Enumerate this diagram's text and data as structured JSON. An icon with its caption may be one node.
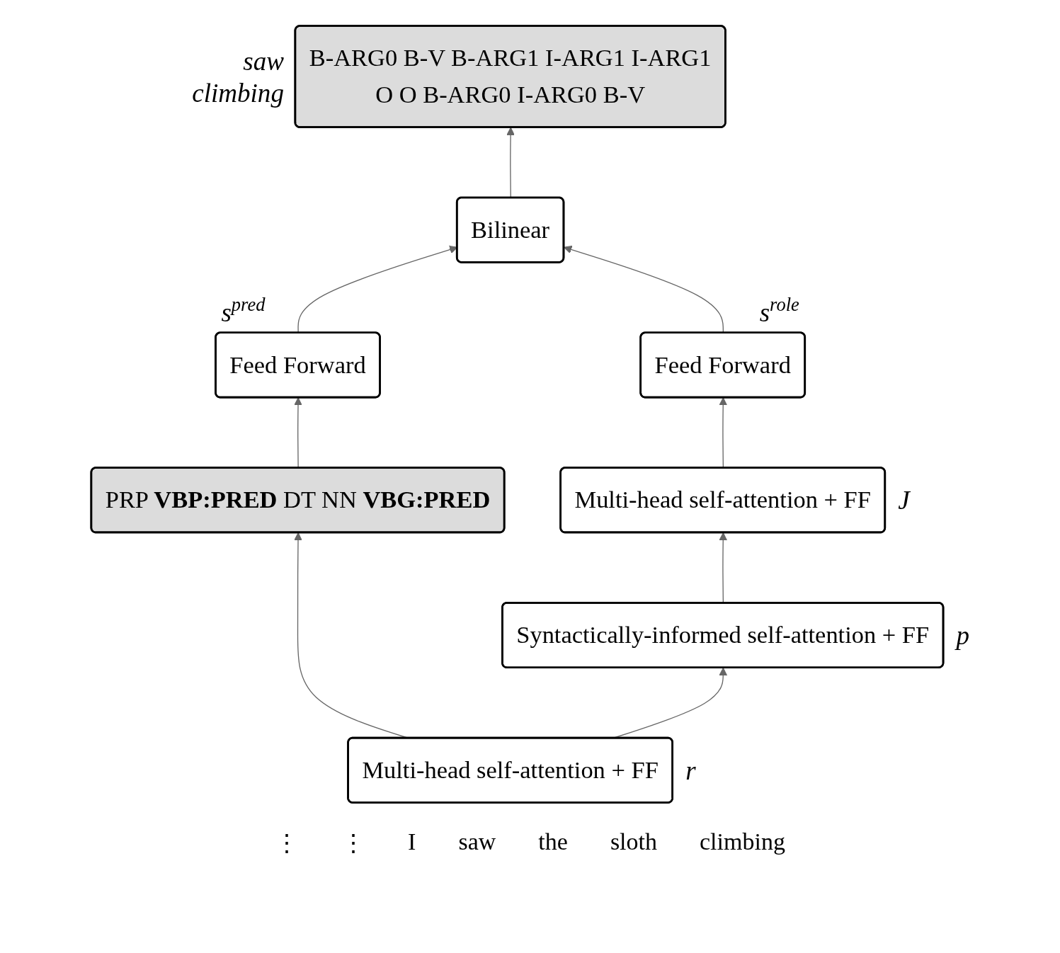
{
  "diagram": {
    "nodes": [
      {
        "text": [
          "B-ARG0 B-V B-ARG1 I-ARG1 I-ARG1",
          "O O B-ARG0 I-ARG0 B-V"
        ],
        "beside": [
          "saw",
          "climbing"
        ]
      },
      {
        "text": [
          "Feed Forward"
        ],
        "beside": [
          "s$^{pred}$"
        ]
      },
      {
        "text": [
          "Bilinear"
        ]
      },
      {
        "text": [
          "Feed Forward"
        ],
        "beside": [
          "s$^{role}$"
        ]
      },
      {
        "text": [
          "Multi-head self-attention + FF"
        ],
        "beside": [
          "J"
        ]
      },
      {
        "text": [
          "Syntactically-informed self-attention + FF"
        ],
        "beside": [
          "p"
        ]
      },
      {
        "text": [
          "PRP **VBP:PRED** DT NN **VBG:PRED**"
        ]
      },
      {
        "text": [
          "Multi-head self-attention + FF"
        ],
        "beside": [
          "r"
        ]
      }
    ],
    "edges": [
      {
        "from": 2,
        "to": 0,
        "arrow": "to"
      },
      {
        "from": 1,
        "to": 2,
        "arrow": "to"
      },
      {
        "from": 3,
        "to": 2,
        "arrow": "to"
      },
      {
        "from": 4,
        "to": 3,
        "arrow": "to"
      },
      {
        "from": 5,
        "to": 4,
        "arrow": "to"
      },
      {
        "from": 7,
        "to": 5,
        "arrow": "to"
      },
      {
        "from": 7,
        "to": 6,
        "arrow": "to"
      },
      {
        "from": 6,
        "to": 1,
        "arrow": "to"
      }
    ],
    "labels": [
      "⋮",
      "⋮",
      "I",
      "saw",
      "the",
      "sloth",
      "climbing"
    ]
  }
}
